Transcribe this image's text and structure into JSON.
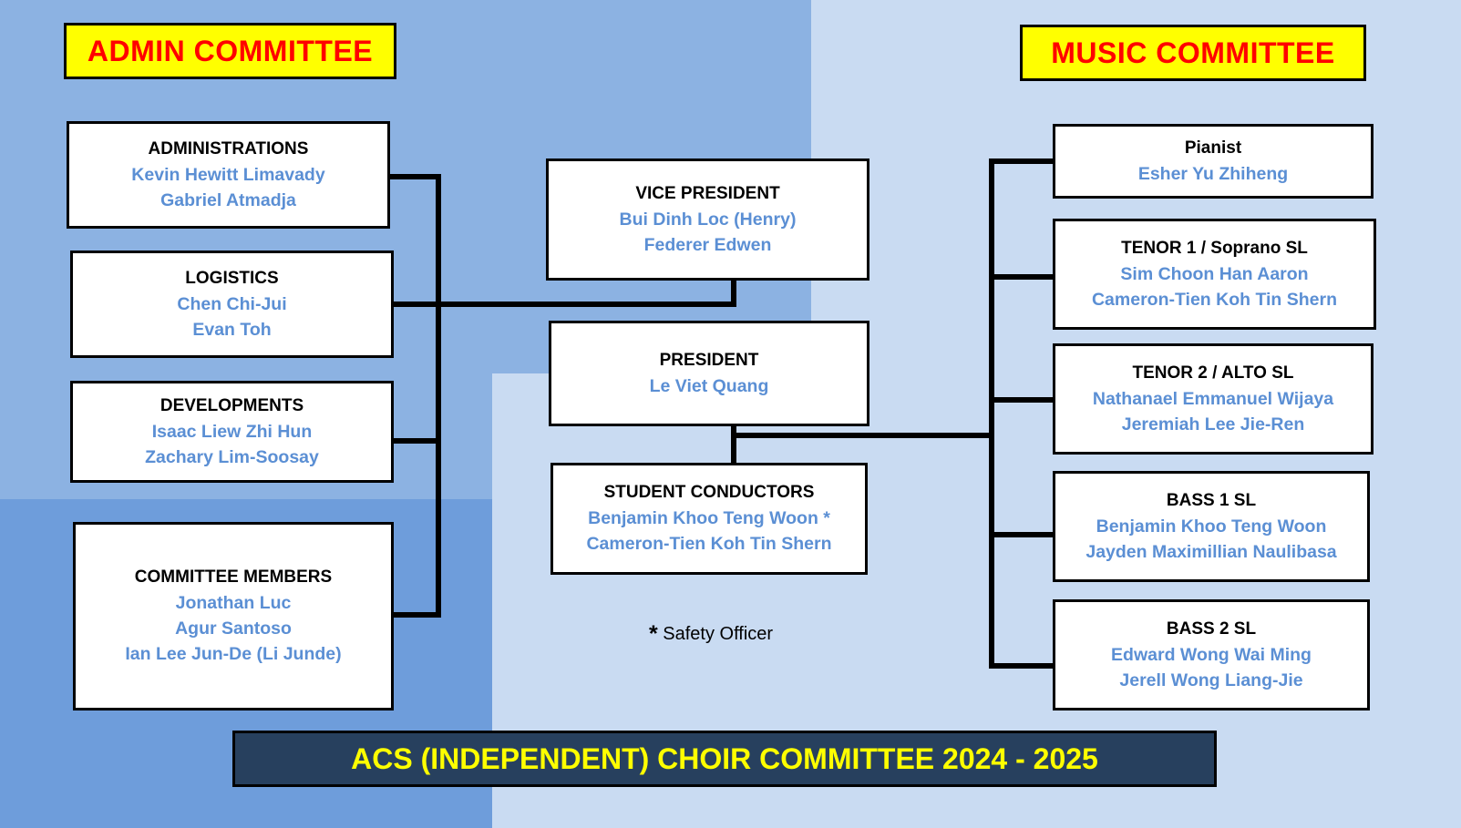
{
  "document": {
    "title": "ACS (INDEPENDENT) CHOIR COMMITTEE 2024 - 2025",
    "footnote_symbol": "*",
    "footnote_text": "Safety Officer"
  },
  "colors": {
    "banner_bg": "#ffff00",
    "banner_text": "#ff0000",
    "name_text": "#5b8fd4",
    "title_text": "#000000",
    "footer_bg": "#27405e",
    "footer_text": "#ffff00",
    "bg_left": "#8cb2e2",
    "bg_left_lower": "#6e9ddb",
    "bg_right": "#c9dbf2",
    "connector": "#000000"
  },
  "admin_committee": {
    "banner_label": "ADMIN COMMITTEE",
    "boxes": [
      {
        "title": "ADMINISTRATIONS",
        "names": [
          "Kevin Hewitt Limavady",
          "Gabriel Atmadja"
        ]
      },
      {
        "title": "LOGISTICS",
        "names": [
          "Chen Chi-Jui",
          "Evan Toh"
        ]
      },
      {
        "title": "DEVELOPMENTS",
        "names": [
          "Isaac Liew Zhi Hun",
          "Zachary Lim-Soosay"
        ]
      },
      {
        "title": "COMMITTEE MEMBERS",
        "names": [
          "Jonathan Luc",
          "Agur Santoso",
          "Ian Lee Jun-De (Li Junde)"
        ]
      }
    ]
  },
  "executive": {
    "boxes": [
      {
        "title": "VICE PRESIDENT",
        "names": [
          "Bui Dinh Loc (Henry)",
          "Federer Edwen"
        ]
      },
      {
        "title": "PRESIDENT",
        "names": [
          "Le Viet Quang"
        ]
      },
      {
        "title": "STUDENT CONDUCTORS",
        "names": [
          "Benjamin Khoo Teng Woon *",
          "Cameron-Tien Koh Tin Shern"
        ]
      }
    ]
  },
  "music_committee": {
    "banner_label": "MUSIC COMMITTEE",
    "boxes": [
      {
        "title": "Pianist",
        "names": [
          "Esher Yu Zhiheng"
        ]
      },
      {
        "title": "TENOR 1 / Soprano SL",
        "names": [
          "Sim Choon Han Aaron",
          "Cameron-Tien Koh Tin Shern"
        ]
      },
      {
        "title": "TENOR 2 / ALTO SL",
        "names": [
          "Nathanael Emmanuel Wijaya",
          "Jeremiah Lee Jie-Ren"
        ]
      },
      {
        "title": "BASS 1 SL",
        "names": [
          "Benjamin Khoo Teng Woon",
          "Jayden Maximillian Naulibasa"
        ]
      },
      {
        "title": "BASS 2 SL",
        "names": [
          "Edward Wong Wai Ming",
          "Jerell Wong Liang-Jie"
        ]
      }
    ]
  }
}
